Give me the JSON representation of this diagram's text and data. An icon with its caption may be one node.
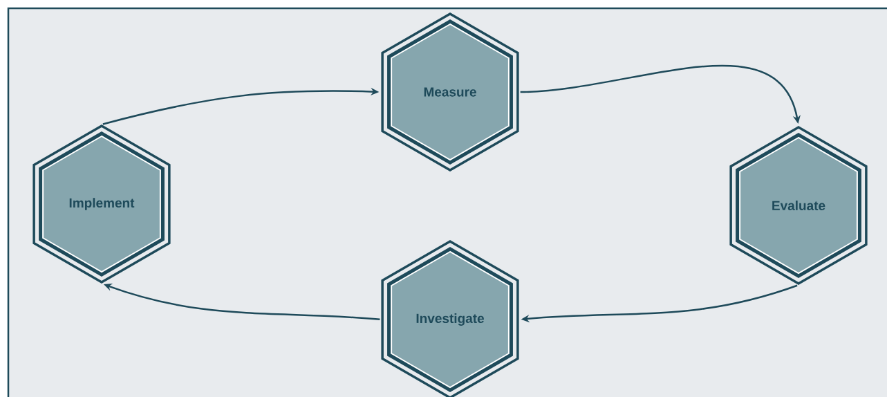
{
  "diagram": {
    "nodes": [
      {
        "text": [
          "Implement"
        ]
      },
      {
        "text": [
          "Measure"
        ]
      },
      {
        "text": [
          "Evaluate"
        ]
      },
      {
        "text": [
          "Investigate"
        ]
      }
    ],
    "edges": [
      {
        "from": 0,
        "to": 1,
        "arrow": "to"
      },
      {
        "from": 1,
        "to": 2,
        "arrow": "to"
      },
      {
        "from": 2,
        "to": 3,
        "arrow": "to"
      },
      {
        "from": 3,
        "to": 0,
        "arrow": "to"
      }
    ]
  }
}
